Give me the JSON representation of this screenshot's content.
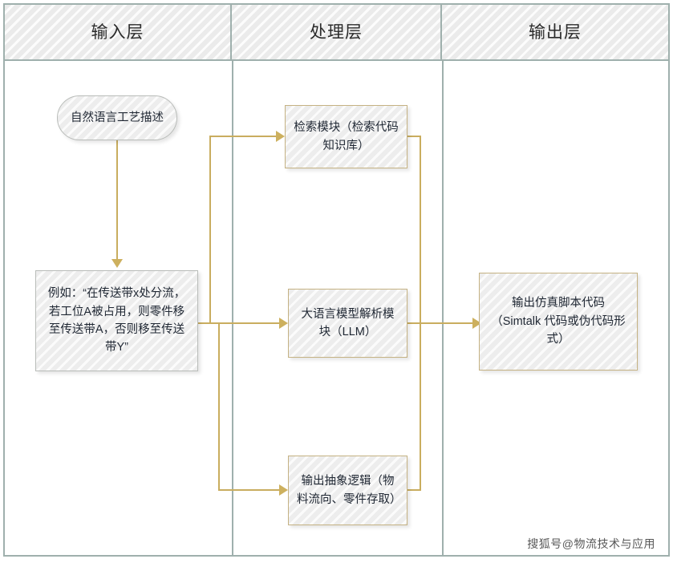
{
  "diagram": {
    "type": "swimlane-flowchart",
    "lanes": [
      {
        "id": "input",
        "label": "输入层"
      },
      {
        "id": "process",
        "label": "处理层"
      },
      {
        "id": "output",
        "label": "输出层"
      }
    ],
    "nodes": [
      {
        "id": "start",
        "lane": "input",
        "shape": "stadium",
        "label": "自然语言工艺描述"
      },
      {
        "id": "example",
        "lane": "input",
        "shape": "rect",
        "label": "例如：“在传送带x处分流，若工位A被占用，则零件移至传送带A，否则移至传送带Y”"
      },
      {
        "id": "retrieval",
        "lane": "process",
        "shape": "rect",
        "label": "检索模块（检索代码知识库）"
      },
      {
        "id": "llm",
        "lane": "process",
        "shape": "rect",
        "label": "大语言模型解析模块（LLM）"
      },
      {
        "id": "abstract",
        "lane": "process",
        "shape": "rect",
        "label": "输出抽象逻辑（物料流向、零件存取）"
      },
      {
        "id": "script",
        "lane": "output",
        "shape": "rect",
        "label": "输出仿真脚本代码（Simtalk 代码或伪代码形式）"
      }
    ],
    "edges": [
      {
        "from": "start",
        "to": "example",
        "style": "straight-down"
      },
      {
        "from": "example",
        "to": "retrieval",
        "style": "orthogonal-up"
      },
      {
        "from": "example",
        "to": "llm",
        "style": "straight-right"
      },
      {
        "from": "example",
        "to": "abstract",
        "style": "orthogonal-down"
      },
      {
        "from": "retrieval",
        "to": "script",
        "style": "orthogonal-down"
      },
      {
        "from": "llm",
        "to": "script",
        "style": "straight-right"
      },
      {
        "from": "abstract",
        "to": "script",
        "style": "orthogonal-up"
      }
    ],
    "colors": {
      "connector": "#c9ad5f",
      "lane_border": "#9fb0ad",
      "node_border_gray": "#b9bcb9",
      "node_border_tan": "#c5b283",
      "node_fill": "#ededed",
      "header_fill": "#ebebeb",
      "text": "#1f2733"
    }
  },
  "watermark": {
    "text": "搜狐号@物流技术与应用"
  }
}
